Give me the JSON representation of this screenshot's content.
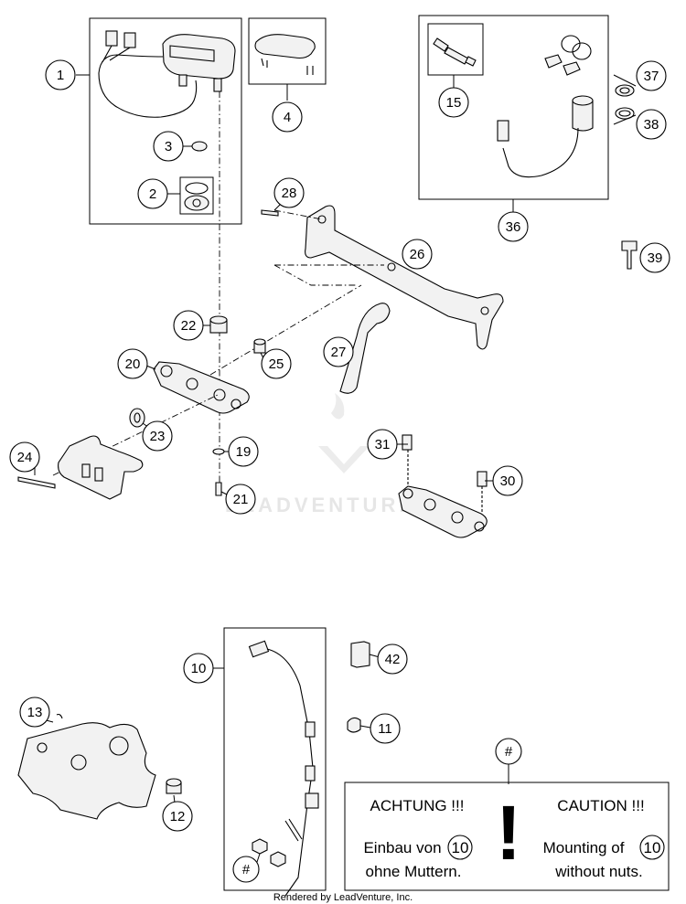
{
  "callouts": {
    "c1": "1",
    "c2": "2",
    "c3": "3",
    "c4": "4",
    "c10": "10",
    "c11": "11",
    "c12": "12",
    "c13": "13",
    "c15": "15",
    "c19": "19",
    "c20": "20",
    "c21": "21",
    "c22": "22",
    "c23": "23",
    "c24": "24",
    "c25": "25",
    "c26": "26",
    "c27": "27",
    "c28": "28",
    "c30": "30",
    "c31": "31",
    "c36": "36",
    "c37": "37",
    "c38": "38",
    "c39": "39",
    "c42": "42",
    "hash_top": "#",
    "hash_bottom": "#"
  },
  "caution": {
    "german_title": "ACHTUNG !!!",
    "english_title": "CAUTION !!!",
    "german_line1": "Einbau von",
    "german_line2": "ohne Muttern.",
    "english_line1": "Mounting of",
    "english_line2": "without nuts.",
    "ref_part": "10",
    "exclamation": "!"
  },
  "watermark": "LEADVENTURE",
  "footer": "Rendered by LeadVenture, Inc."
}
